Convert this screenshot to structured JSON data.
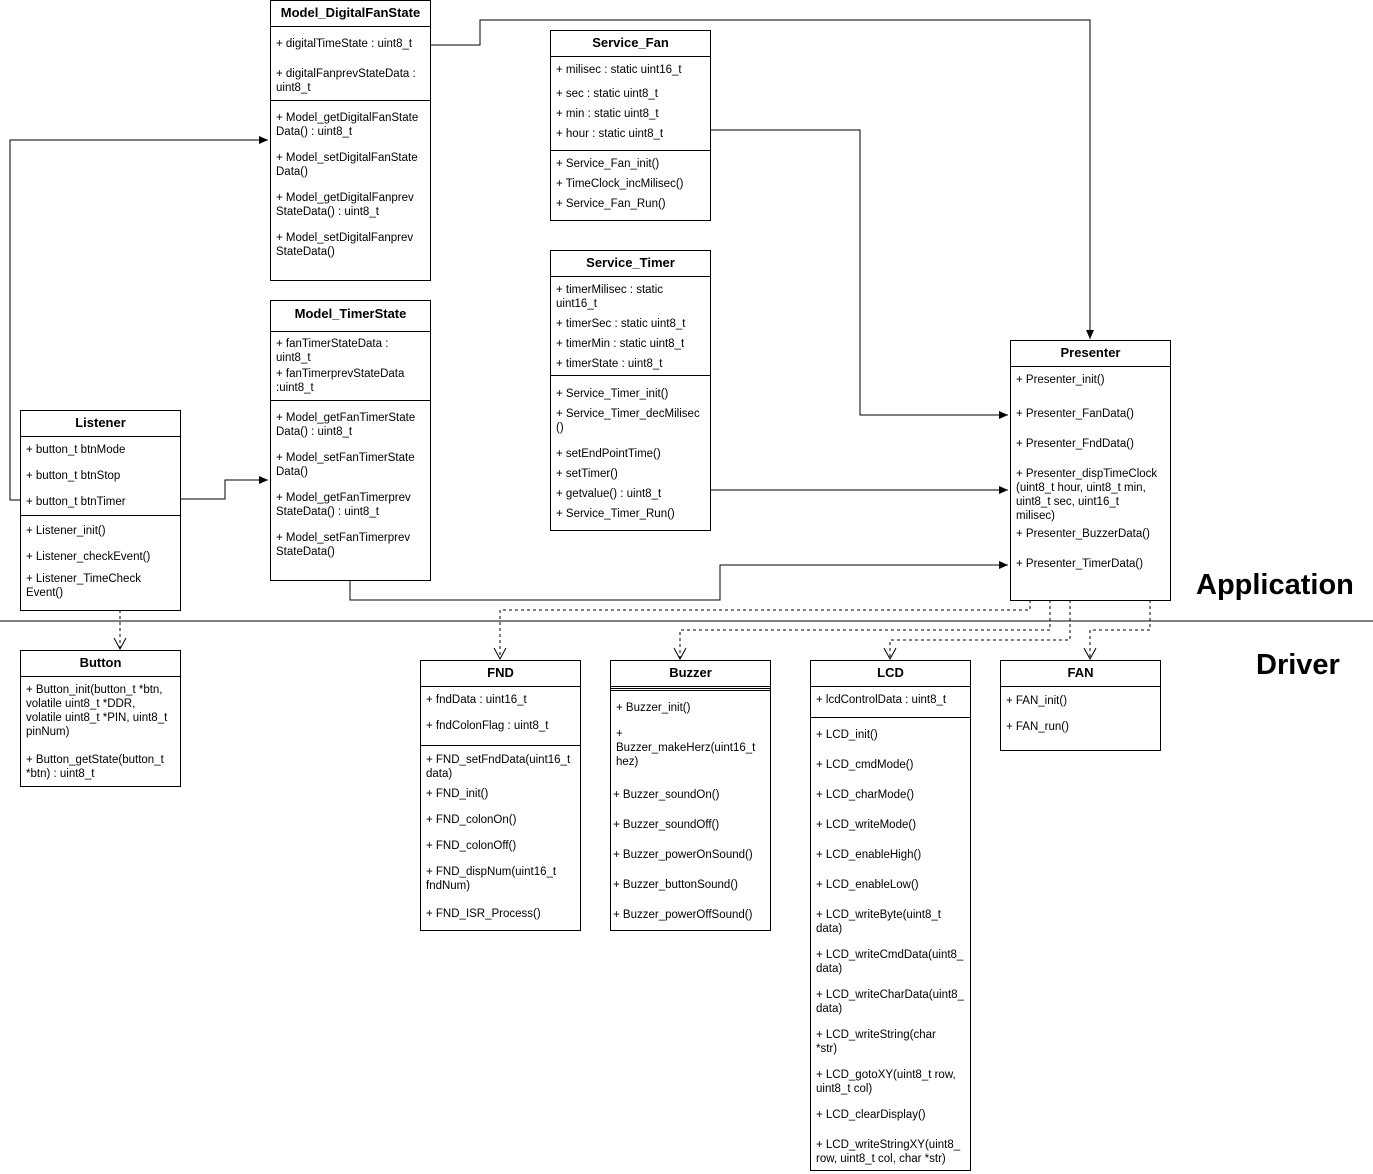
{
  "layers": {
    "application": "Application",
    "driver": "Driver"
  },
  "classes": {
    "model_digital": {
      "name": "Model_DigitalFanState",
      "attributes": [
        "+ digitalTimeState : uint8_t",
        "+ digitalFanprevStateData :\nuint8_t"
      ],
      "methods": [
        "+ Model_getDigitalFanState\nData() : uint8_t",
        "+ Model_setDigitalFanState\nData()",
        "+ Model_getDigitalFanprev\nStateData() : uint8_t",
        "+ Model_setDigitalFanprev\nStateData()"
      ]
    },
    "service_fan": {
      "name": "Service_Fan",
      "attributes": [
        "+ milisec : static uint16_t",
        "+ sec : static uint8_t",
        "+ min : static uint8_t",
        "+ hour : static uint8_t"
      ],
      "methods": [
        "+ Service_Fan_init()",
        "+ TimeClock_incMilisec()",
        "+ Service_Fan_Run()"
      ]
    },
    "service_timer": {
      "name": "Service_Timer",
      "attributes": [
        "+ timerMilisec : static\nuint16_t",
        "+ timerSec : static uint8_t",
        "+ timerMin : static uint8_t",
        "+ timerState : uint8_t"
      ],
      "methods": [
        "+ Service_Timer_init()",
        "+ Service_Timer_decMilisec\n()",
        "+ setEndPointTime()",
        "+ setTimer()",
        "+ getvalue() : uint8_t",
        "+ Service_Timer_Run()"
      ]
    },
    "model_timer": {
      "name": "Model_TimerState",
      "attributes": [
        "+ fanTimerStateData :\nuint8_t",
        "+ fanTimerprevStateData\n:uint8_t"
      ],
      "methods": [
        "+ Model_getFanTimerState\nData() : uint8_t",
        "+ Model_setFanTimerState\nData()",
        "+ Model_getFanTimerprev\nStateData() : uint8_t",
        "+ Model_setFanTimerprev\nStateData()"
      ]
    },
    "listener": {
      "name": "Listener",
      "attributes": [
        "+ button_t btnMode",
        "+ button_t btnStop",
        "+ button_t btnTimer"
      ],
      "methods": [
        "+ Listener_init()",
        "+ Listener_checkEvent()",
        "+ Listener_TimeCheck\nEvent()"
      ]
    },
    "presenter": {
      "name": "Presenter",
      "methods": [
        "+ Presenter_init()",
        "+ Presenter_FanData()",
        "+ Presenter_FndData()",
        "+ Presenter_dispTimeClock\n(uint8_t hour, uint8_t min,\nuint8_t sec, uint16_t\nmilisec)",
        "+ Presenter_BuzzerData()",
        "+ Presenter_TimerData()"
      ]
    },
    "button": {
      "name": "Button",
      "methods": [
        "+ Button_init(button_t *btn,\nvolatile uint8_t *DDR,\nvolatile uint8_t *PIN, uint8_t\npinNum)",
        "+ Button_getState(button_t\n*btn) : uint8_t"
      ]
    },
    "fnd": {
      "name": "FND",
      "attributes": [
        "+ fndData : uint16_t",
        "+ fndColonFlag : uint8_t"
      ],
      "methods": [
        "+ FND_setFndData(uint16_t\ndata)",
        "+ FND_init()",
        "+ FND_colonOn()",
        "+ FND_colonOff()",
        "+ FND_dispNum(uint16_t\nfndNum)",
        "+ FND_ISR_Process()"
      ]
    },
    "buzzer": {
      "name": "Buzzer",
      "methods": [
        "+ Buzzer_init()",
        "+\nBuzzer_makeHerz(uint16_t\nhez)",
        "+ Buzzer_soundOn()",
        "+ Buzzer_soundOff()",
        "+ Buzzer_powerOnSound()",
        "+ Buzzer_buttonSound()",
        "+ Buzzer_powerOffSound()"
      ]
    },
    "lcd": {
      "name": "LCD",
      "attributes": [
        "+ lcdControlData : uint8_t"
      ],
      "methods": [
        "+ LCD_init()",
        "+ LCD_cmdMode()",
        "+ LCD_charMode()",
        "+ LCD_writeMode()",
        "+ LCD_enableHigh()",
        "+ LCD_enableLow()",
        "+ LCD_writeByte(uint8_t\ndata)",
        "+ LCD_writeCmdData(uint8_\ndata)",
        "+ LCD_writeCharData(uint8_\ndata)",
        "+ LCD_writeString(char\n*str)",
        "+ LCD_gotoXY(uint8_t row,\nuint8_t col)",
        "+ LCD_clearDisplay()",
        "+ LCD_writeStringXY(uint8_\nrow, uint8_t col, char *str)"
      ]
    },
    "fan": {
      "name": "FAN",
      "methods": [
        "+ FAN_init()",
        "+ FAN_run()"
      ]
    }
  }
}
